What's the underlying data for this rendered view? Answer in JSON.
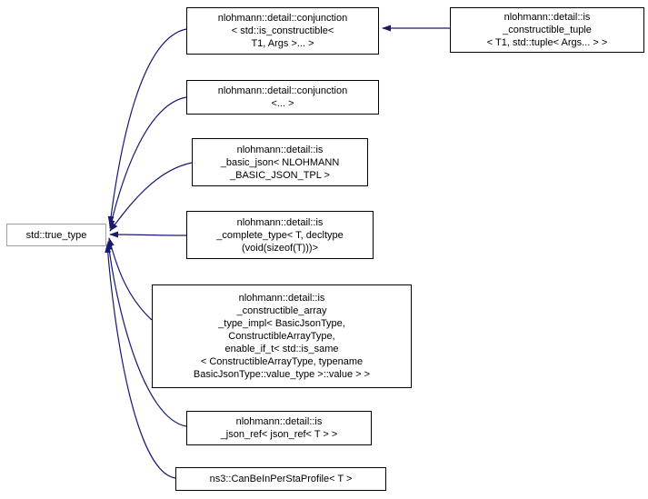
{
  "diagram": {
    "kind": "doxygen-inheritance-graph",
    "edge_color": "#191970",
    "node_border_color": "#000000",
    "base_node_border_color": "#a0a0a0",
    "base_node": {
      "label": "std::true_type"
    },
    "derived_nodes": [
      {
        "label": "nlohmann::detail::conjunction\n< std::is_constructible<\nT1, Args >... >"
      },
      {
        "label": "nlohmann::detail::is\n_constructible_tuple\n< T1, std::tuple< Args... > >"
      },
      {
        "label": "nlohmann::detail::conjunction\n<... >"
      },
      {
        "label": "nlohmann::detail::is\n_basic_json< NLOHMANN\n_BASIC_JSON_TPL >"
      },
      {
        "label": "nlohmann::detail::is\n_complete_type< T, decltype\n(void(sizeof(T)))>"
      },
      {
        "label": "nlohmann::detail::is\n_constructible_array\n_type_impl< BasicJsonType,\nConstructibleArrayType,\nenable_if_t< std::is_same\n< ConstructibleArrayType, typename\nBasicJsonType::value_type >::value > >"
      },
      {
        "label": "nlohmann::detail::is\n_json_ref< json_ref< T > >"
      },
      {
        "label": "ns3::CanBeInPerStaProfile< T >"
      }
    ]
  }
}
